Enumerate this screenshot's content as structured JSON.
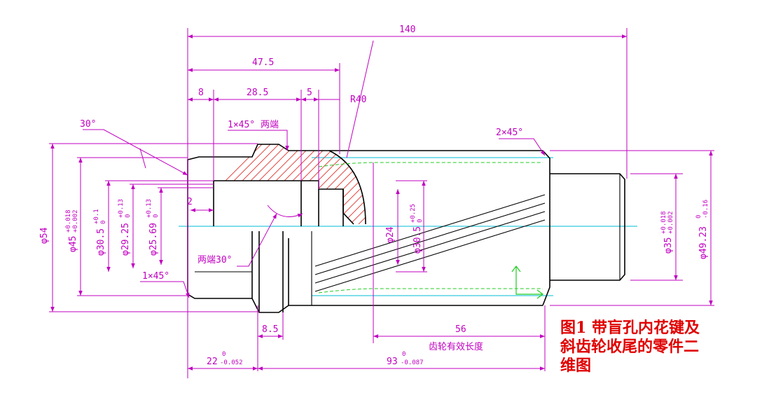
{
  "colors": {
    "outline": "#000000",
    "dimension": "#c000c0",
    "hatch": "#e0302a",
    "centerline": "#00bcd4",
    "hidden": "#22cc22",
    "caption": "#e00000"
  },
  "dims": {
    "overall": "140",
    "len_47_5": "47.5",
    "len_8": "8",
    "len_28_5": "28.5",
    "len_5": "5",
    "radius": "R40",
    "chamfer_both": "1×45° 两端",
    "angle_30": "30°",
    "chamfer_2x45": "2×45°",
    "dia_54": "φ54",
    "dia_45": "φ45",
    "dia_45_tol_upper": "+0.018",
    "dia_45_tol_lower": "+0.002",
    "dia_30_5_left": "φ30.5",
    "dia_30_5_left_tol_upper": "+0.1",
    "dia_30_5_left_tol_lower": "0",
    "dia_29_25": "φ29.25",
    "dia_29_25_tol_upper": "+0.13",
    "dia_29_25_tol_lower": "0",
    "dia_25_69": "φ25.69",
    "dia_25_69_tol_upper": "+0.13",
    "dia_25_69_tol_lower": "0",
    "len_2": "2",
    "both_ends_30": "两端30°",
    "chamfer_1x45": "1×45°",
    "dia_24": "φ24",
    "dia_30_5_right": "φ30.5",
    "dia_30_5_right_tol_upper": "+0.25",
    "dia_30_5_right_tol_lower": "0",
    "dia_35": "φ35",
    "dia_35_tol_upper": "+0.018",
    "dia_35_tol_lower": "+0.002",
    "dia_49_23": "φ49.23",
    "dia_49_23_tol_upper": "0",
    "dia_49_23_tol_lower": "-0.16",
    "len_8_5": "8.5",
    "len_56": "56",
    "gear_length_label": "齿轮有效长度",
    "len_22": "22",
    "len_22_tol_upper": "0",
    "len_22_tol_lower": "-0.052",
    "len_93": "93",
    "len_93_tol_upper": "0",
    "len_93_tol_lower": "-0.087"
  },
  "caption": {
    "line1": "图1  带盲孔内花键及",
    "line2": "斜齿轮收尾的零件二",
    "line3": "维图"
  }
}
